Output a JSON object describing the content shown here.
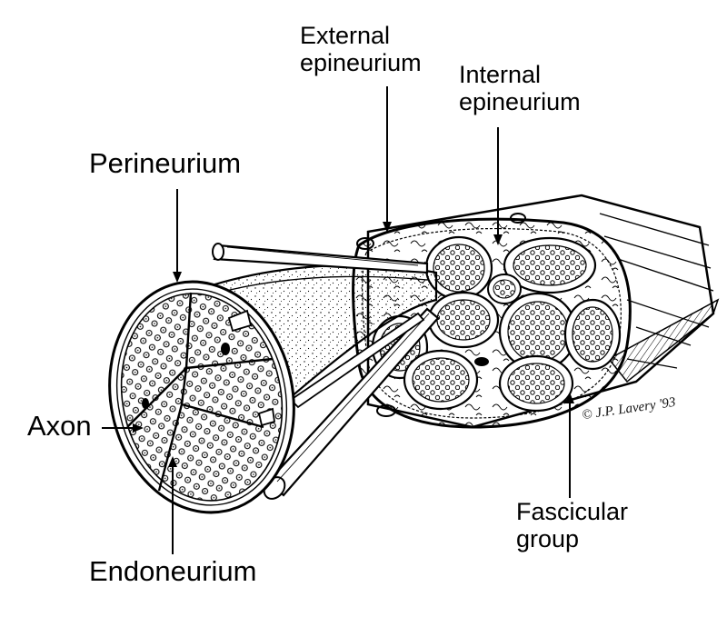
{
  "labels": {
    "external_epineurium": [
      "External",
      "epineurium"
    ],
    "internal_epineurium": [
      "Internal",
      "epineurium"
    ],
    "perineurium": "Perineurium",
    "axon": "Axon",
    "endoneurium": "Endoneurium",
    "fascicular_group": [
      "Fascicular",
      "group"
    ]
  },
  "signature": "© J.P. Lavery '93",
  "colors": {
    "ink": "#000000",
    "paper": "#ffffff"
  }
}
